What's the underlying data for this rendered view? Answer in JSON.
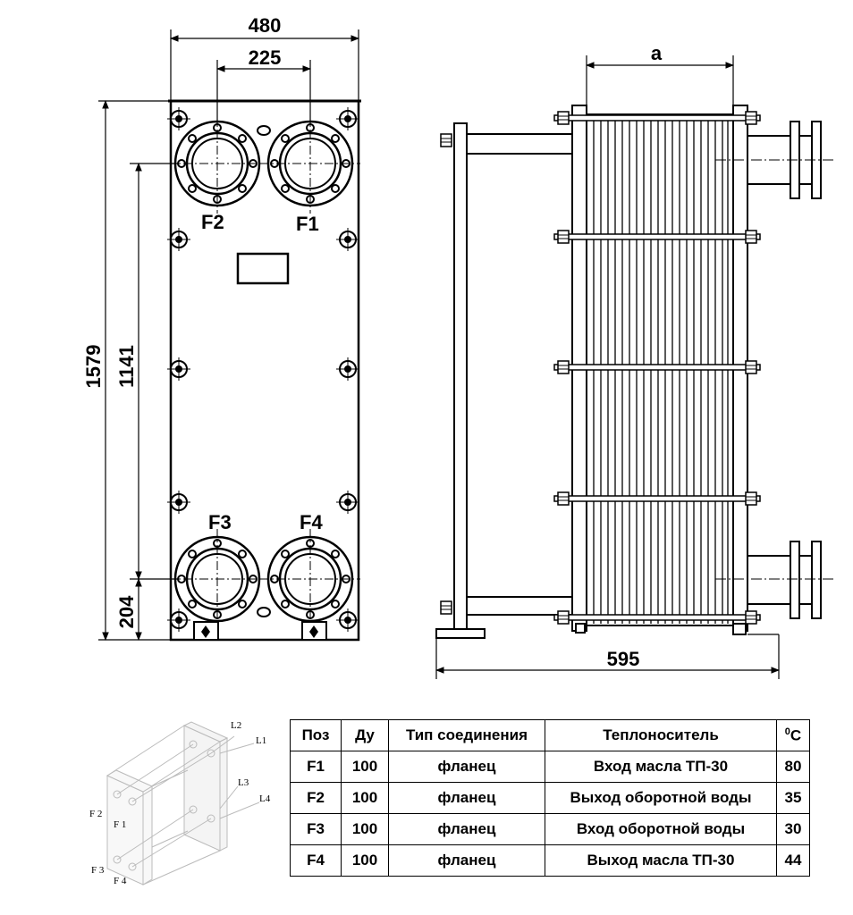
{
  "front_view": {
    "dims": {
      "width": "480",
      "port_spacing": "225",
      "height": "1579",
      "port_vertical": "1141",
      "bottom_offset": "204"
    },
    "ports": {
      "f1": "F1",
      "f2": "F2",
      "f3": "F3",
      "f4": "F4"
    }
  },
  "side_view": {
    "dims": {
      "pack_length": "a",
      "total_length": "595"
    }
  },
  "schematic": {
    "labels": {
      "l1": "L1",
      "l2": "L2",
      "l3": "L3",
      "l4": "L4",
      "f1": "F 1",
      "f2": "F 2",
      "f3": "F 3",
      "f4": "F 4"
    }
  },
  "spec_table": {
    "headers": {
      "pos": "Поз",
      "du": "Ду",
      "conn": "Тип соединения",
      "medium": "Теплоноситель",
      "temp_sup": "0",
      "temp_unit": "С"
    },
    "rows": [
      {
        "pos": "F1",
        "du": "100",
        "conn": "фланец",
        "medium": "Вход масла ТП-30",
        "temp": "80"
      },
      {
        "pos": "F2",
        "du": "100",
        "conn": "фланец",
        "medium": "Выход оборотной воды",
        "temp": "35"
      },
      {
        "pos": "F3",
        "du": "100",
        "conn": "фланец",
        "medium": "Вход оборотной воды",
        "temp": "30"
      },
      {
        "pos": "F4",
        "du": "100",
        "conn": "фланец",
        "medium": "Выход масла ТП-30",
        "temp": "44"
      }
    ]
  }
}
